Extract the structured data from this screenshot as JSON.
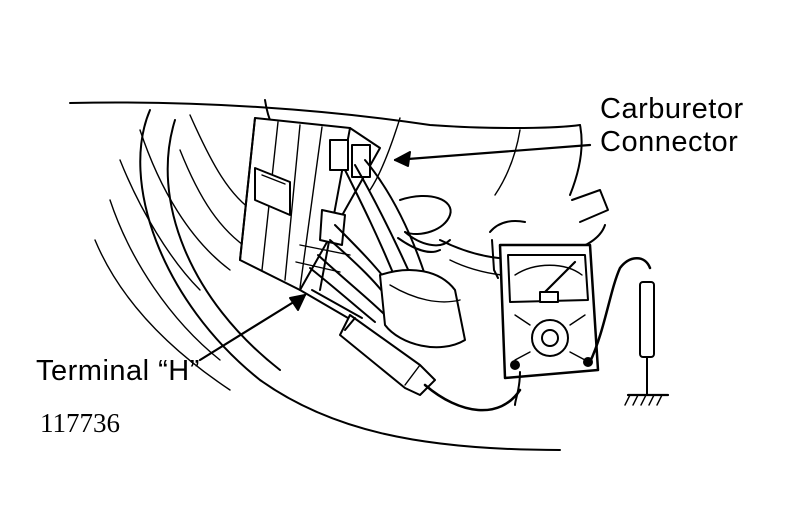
{
  "labels": {
    "carburetor_line1": "Carburetor",
    "carburetor_line2": "Connector",
    "terminal": "Terminal “H”",
    "figure_number": "117736"
  },
  "colors": {
    "ink": "#000000",
    "paper": "#ffffff"
  }
}
